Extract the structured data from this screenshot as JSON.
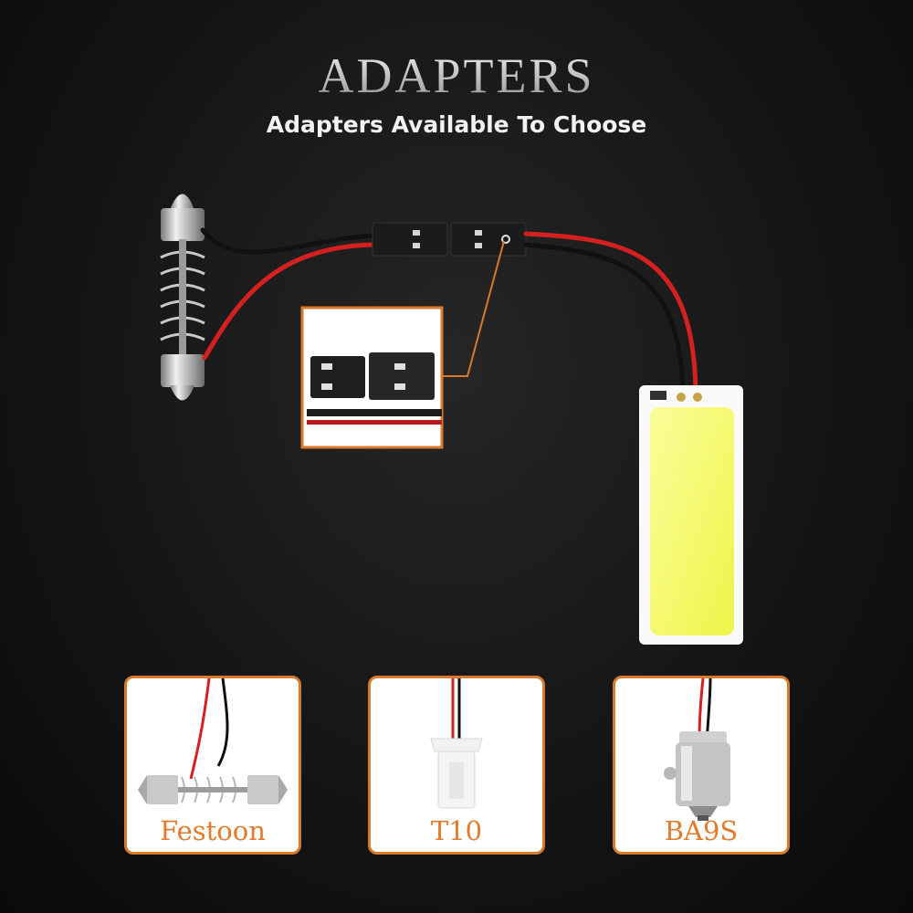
{
  "header": {
    "title": "ADAPTERS",
    "subtitle": "Adapters Available To Choose"
  },
  "adapters": [
    {
      "label": "Festoon",
      "icon": "festoon-bulb-icon"
    },
    {
      "label": "T10",
      "icon": "t10-wedge-socket-icon"
    },
    {
      "label": "BA9S",
      "icon": "ba9s-bayonet-base-icon"
    }
  ],
  "colors": {
    "accent": "#d9792b",
    "label": "#e47a2c",
    "wire_red": "#d42020",
    "wire_black": "#111111",
    "led_panel": "#f4f96a"
  }
}
